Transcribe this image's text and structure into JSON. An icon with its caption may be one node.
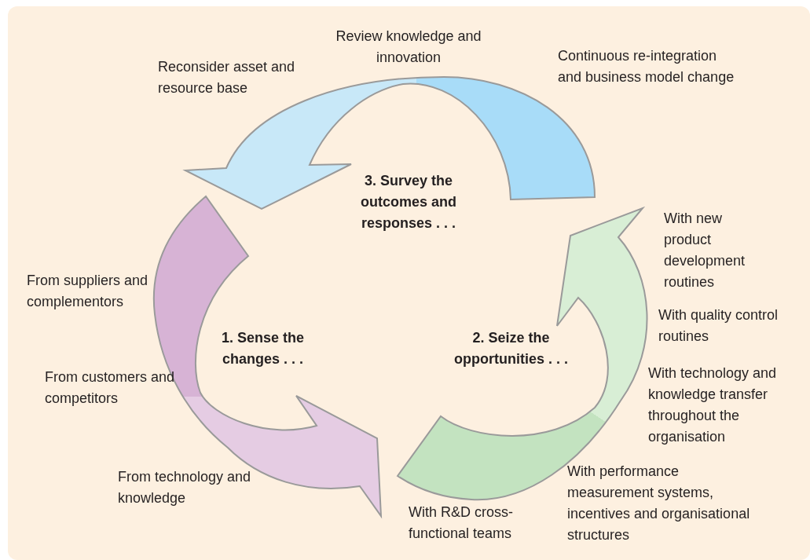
{
  "diagram": {
    "labels": [
      "Review knowledge and innovation",
      "Reconsider asset and resource base",
      "Continuous re-integration and business model change",
      "3. Survey the outcomes and responses . . .",
      "With new product development routines",
      "From suppliers and complementors",
      "With quality control routines",
      "1. Sense the changes . . .",
      "2. Seize the opportunities . . .",
      "With technology and knowledge transfer throughout the organisation",
      "From customers and competitors",
      "From technology and knowledge",
      "With performance measurement systems, incentives and organisational structures",
      "With R&D cross-functional teams"
    ]
  }
}
